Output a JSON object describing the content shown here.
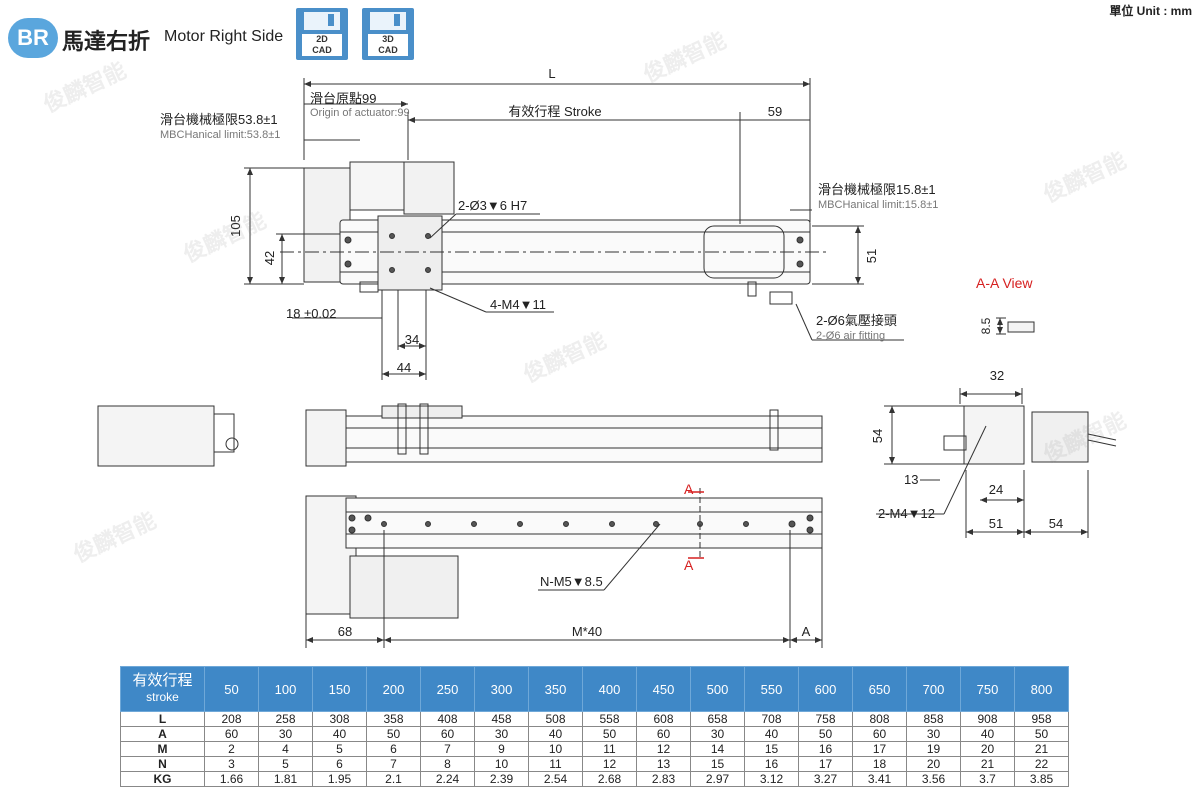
{
  "header": {
    "badge": "BR",
    "title_cn": "馬達右折",
    "title_en": "Motor Right Side",
    "cad_2d_line1": "2D",
    "cad_2d_line2": "CAD",
    "cad_3d_line1": "3D",
    "cad_3d_line2": "CAD",
    "unit_label": "單位 Unit : mm"
  },
  "watermark": "俊麟智能",
  "dims": {
    "L": "L",
    "origin_cn": "滑台原點99",
    "origin_en": "Origin of actuator:99",
    "stroke": "有效行程 Stroke",
    "d59": "59",
    "limit_left_cn": "滑台機械極限53.8±1",
    "limit_left_en": "MBCHanical limit:53.8±1",
    "limit_right_cn": "滑台機械極限15.8±1",
    "limit_right_en": "MBCHanical limit:15.8±1",
    "pin": "2-Ø3▼6 H7",
    "d105": "105",
    "d42": "42",
    "d51": "51",
    "d18": "18 ±0.02",
    "d34": "34",
    "d44": "44",
    "m4_11": "4-M4▼11",
    "fitting_cn": "2-Ø6氣壓接頭",
    "fitting_en": "2-Ø6 air fitting",
    "aa_view": "A-A View",
    "d8_5": "8.5",
    "d32": "32",
    "d54v": "54",
    "d13": "13",
    "d24": "24",
    "m4_12": "2-M4▼12",
    "d51b": "51",
    "d54h": "54",
    "a_top": "A",
    "a_bottom": "A",
    "nm5": "N-M5▼8.5",
    "d68": "68",
    "m40": "M*40",
    "a_dim": "A"
  },
  "table": {
    "header_cn": "有效行程",
    "header_en": "stroke",
    "columns": [
      "50",
      "100",
      "150",
      "200",
      "250",
      "300",
      "350",
      "400",
      "450",
      "500",
      "550",
      "600",
      "650",
      "700",
      "750",
      "800"
    ],
    "rows": [
      {
        "label": "L",
        "values": [
          "208",
          "258",
          "308",
          "358",
          "408",
          "458",
          "508",
          "558",
          "608",
          "658",
          "708",
          "758",
          "808",
          "858",
          "908",
          "958"
        ]
      },
      {
        "label": "A",
        "values": [
          "60",
          "30",
          "40",
          "50",
          "60",
          "30",
          "40",
          "50",
          "60",
          "30",
          "40",
          "50",
          "60",
          "30",
          "40",
          "50"
        ]
      },
      {
        "label": "M",
        "values": [
          "2",
          "4",
          "5",
          "6",
          "7",
          "9",
          "10",
          "11",
          "12",
          "14",
          "15",
          "16",
          "17",
          "19",
          "20",
          "21"
        ]
      },
      {
        "label": "N",
        "values": [
          "3",
          "5",
          "6",
          "7",
          "8",
          "10",
          "11",
          "12",
          "13",
          "15",
          "16",
          "17",
          "18",
          "20",
          "21",
          "22"
        ]
      },
      {
        "label": "KG",
        "values": [
          "1.66",
          "1.81",
          "1.95",
          "2.1",
          "2.24",
          "2.39",
          "2.54",
          "2.68",
          "2.83",
          "2.97",
          "3.12",
          "3.27",
          "3.41",
          "3.56",
          "3.7",
          "3.85"
        ]
      }
    ]
  },
  "colors": {
    "accent": "#4a8fc9",
    "badge": "#5aa6dd",
    "table_header": "#3f88c7",
    "section_mark": "#d62020"
  }
}
